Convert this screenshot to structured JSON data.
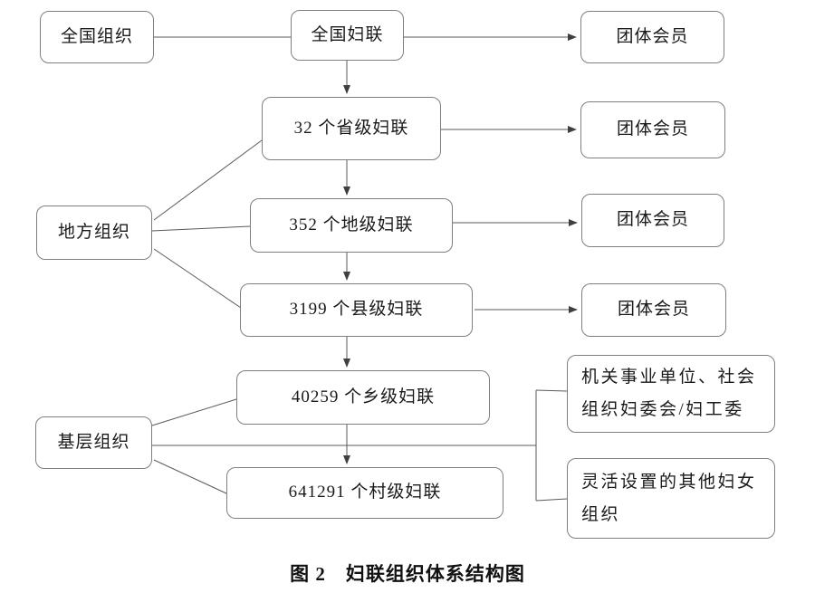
{
  "diagram": {
    "caption": "图 2　妇联组织体系结构图",
    "category_labels": {
      "national": "全国组织",
      "local": "地方组织",
      "grassroots": "基层组织"
    },
    "hierarchy": {
      "national": "全国妇联",
      "provincial": "32 个省级妇联",
      "prefectural": "352 个地级妇联",
      "county": "3199 个县级妇联",
      "township": "40259 个乡级妇联",
      "village": "641291 个村级妇联"
    },
    "group_member": {
      "label": "团体会员"
    },
    "other_orgs": {
      "committees": "机关事业单位、社会组织妇委会/妇工委",
      "flexible": "灵活设置的其他妇女组织"
    },
    "colors": {
      "background": "#ffffff",
      "box_border": "#7f7f7f",
      "line": "#595959",
      "arrowhead": "#3f3f3f",
      "text": "#1a1a1a"
    }
  }
}
